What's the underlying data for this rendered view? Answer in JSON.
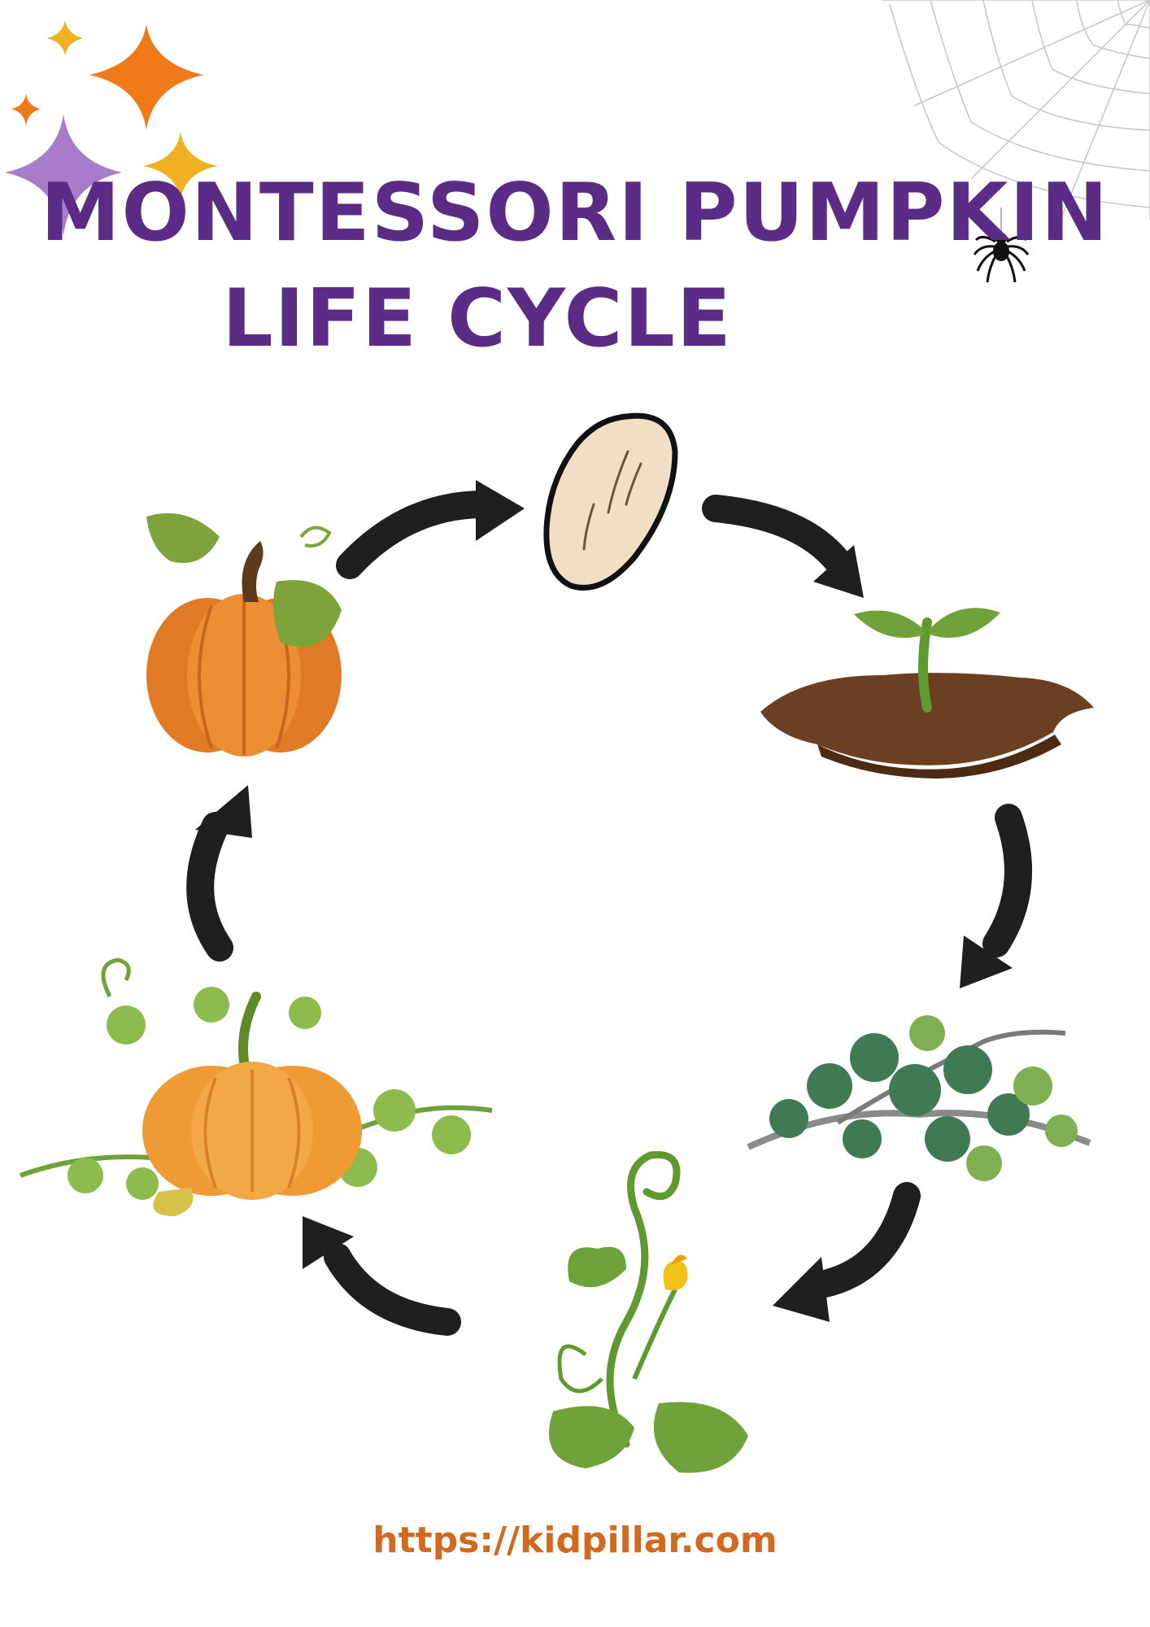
{
  "title": {
    "line1": "MONTESSORI PUMPKIN",
    "line2": "LIFE CYCLE",
    "color": "#5B2C86"
  },
  "footer": {
    "url": "https://kidpillar.com",
    "color": "#D2691E"
  },
  "stages": [
    {
      "icon": "pumpkin-seed-icon"
    },
    {
      "icon": "seedling-sprout-icon"
    },
    {
      "icon": "growing-vine-icon"
    },
    {
      "icon": "flowering-vine-icon"
    },
    {
      "icon": "young-pumpkin-on-vine-icon"
    },
    {
      "icon": "ripe-pumpkin-icon"
    }
  ],
  "decorations": {
    "sparkle_colors": [
      "#F07A1A",
      "#A97CCB",
      "#EFB022"
    ],
    "arrow_color": "#1F1F1F",
    "pumpkin_color": "#E98A2B",
    "leaf_color": "#6FA23B",
    "soil_color": "#6B3F22"
  }
}
